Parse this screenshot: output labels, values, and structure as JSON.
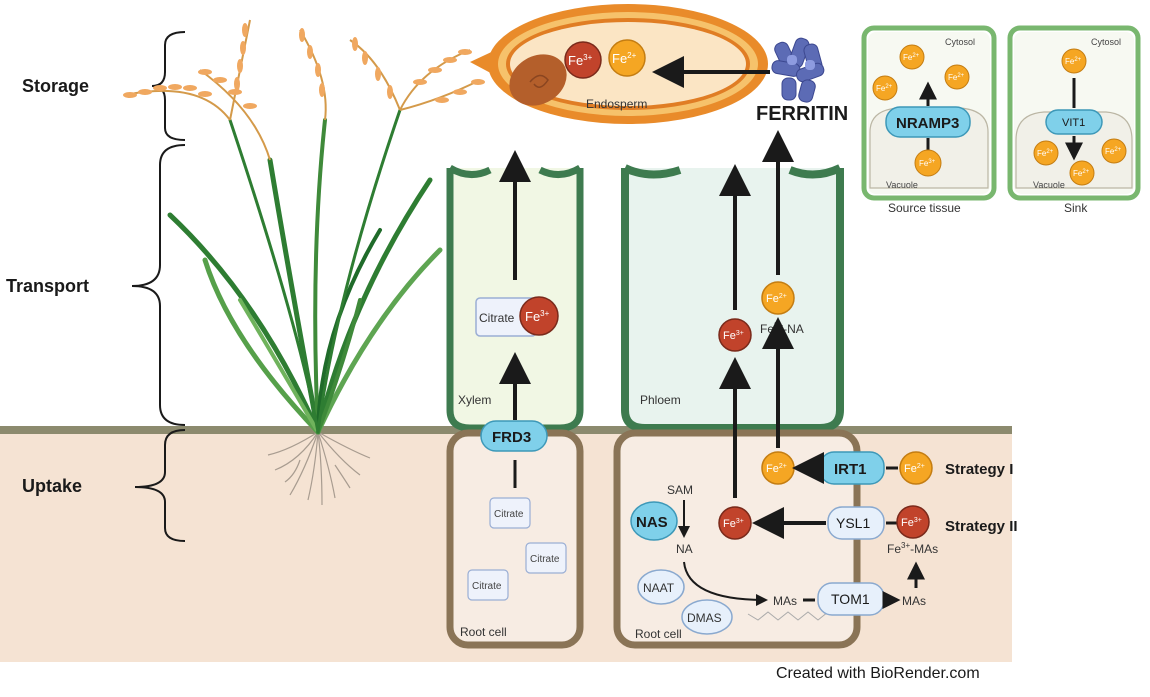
{
  "stages": {
    "storage": "Storage",
    "transport": "Transport",
    "uptake": "Uptake"
  },
  "seed": {
    "endosperm": "Endosperm",
    "ferritin": "FERRITIN"
  },
  "ions": {
    "fe3_base": "Fe",
    "fe3_sup": "3+",
    "fe2_base": "Fe",
    "fe2_sup": "2+"
  },
  "xylem": {
    "label": "Xylem",
    "citrate": "Citrate",
    "transporter": "FRD3"
  },
  "phloem": {
    "label": "Phloem",
    "fe2_na_base": "Fe",
    "fe2_na_sup": "2+",
    "fe2_na_suffix": "-NA"
  },
  "root_cell_left": {
    "label": "Root cell",
    "citrate_items": [
      "Citrate",
      "Citrate",
      "Citrate"
    ]
  },
  "root_cell_right": {
    "label": "Root cell",
    "sam": "SAM",
    "na": "NA",
    "nas": "NAS",
    "naat": "NAAT",
    "dmas": "DMAS",
    "mas_inner": "MAs",
    "tom1": "TOM1",
    "mas_outer": "MAs",
    "ysl1": "YSL1",
    "irt1": "IRT1",
    "fe3_mas_base": "Fe",
    "fe3_mas_sup": "3+",
    "fe3_mas_suffix": "-MAs"
  },
  "strategies": {
    "one": "Strategy I",
    "two": "Strategy II"
  },
  "source_panel": {
    "cytosol": "Cytosol",
    "vacuole": "Vacuole",
    "transporter": "NRAMP3",
    "caption": "Source tissue"
  },
  "sink_panel": {
    "cytosol": "Cytosol",
    "vacuole": "Vacuole",
    "transporter": "VIT1",
    "caption": "Sink"
  },
  "credit": "Created with BioRender.com",
  "colors": {
    "soil": "#f5e3d3",
    "soil_line": "#8c8a6e",
    "phloem_border": "#3e7b4f",
    "phloem_fill": "#e8f3ee",
    "xylem_fill": "#f1f7e4",
    "root_border": "#8a7456",
    "root_fill": "#f7ece3",
    "fe3": "#c1432b",
    "fe2": "#f5a623",
    "transporter": "#7fd0ea",
    "panel_border": "#79b76f",
    "seed_outer": "#e98b2a"
  }
}
